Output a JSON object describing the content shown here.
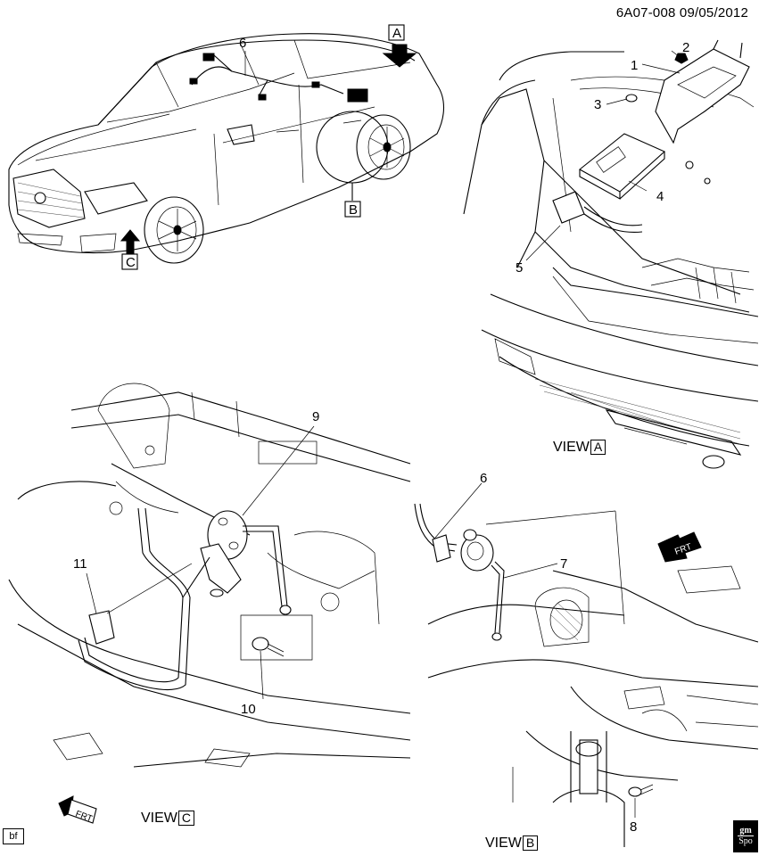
{
  "doc_id": "6A07-008  09/05/2012",
  "callouts": {
    "c1": "1",
    "c2": "2",
    "c3": "3",
    "c4": "4",
    "c5": "5",
    "c6a": "6",
    "c6b": "6",
    "c7": "7",
    "c8": "8",
    "c9": "9",
    "c10": "10",
    "c11": "11"
  },
  "view_markers": {
    "a": "A",
    "b": "B",
    "c": "C"
  },
  "views": {
    "a": {
      "prefix": "VIEW",
      "letter": "A"
    },
    "b": {
      "prefix": "VIEW",
      "letter": "B"
    },
    "c": {
      "prefix": "VIEW",
      "letter": "C"
    }
  },
  "frt": {
    "frt_b": "FRT",
    "frt_c": "FRT"
  },
  "corner_code": "bf",
  "gm_logo": {
    "top": "gm",
    "bottom": "Spo"
  },
  "icons": {
    "direction-arrow": "thick-black-arrow",
    "front-arrow": "frt-arrow",
    "brand-logo": "gm-spo-logo"
  }
}
